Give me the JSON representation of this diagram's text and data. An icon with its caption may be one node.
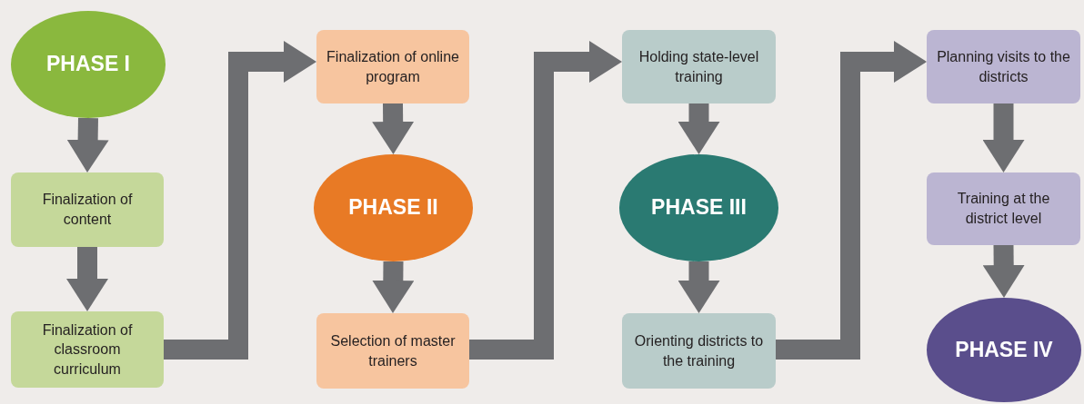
{
  "diagram": {
    "nodes": [
      {
        "text": [
          "PHASE I"
        ]
      },
      {
        "text": [
          "Finalization of content"
        ]
      },
      {
        "text": [
          "Finalization of classroom curriculum"
        ]
      },
      {
        "text": [
          "Finalization of online program"
        ]
      },
      {
        "text": [
          "PHASE II"
        ]
      },
      {
        "text": [
          "Selection of master trainers"
        ]
      },
      {
        "text": [
          "Holding state-level training"
        ]
      },
      {
        "text": [
          "PHASE III"
        ]
      },
      {
        "text": [
          "Orienting districts to the training"
        ]
      },
      {
        "text": [
          "Planning visits to the districts"
        ]
      },
      {
        "text": [
          "Training at the district level"
        ]
      },
      {
        "text": [
          "PHASE IV"
        ]
      }
    ],
    "edges": [
      {
        "from": 0,
        "to": 1,
        "arrow": "to"
      },
      {
        "from": 1,
        "to": 2,
        "arrow": "to"
      },
      {
        "from": 2,
        "to": 3,
        "arrow": "to"
      },
      {
        "from": 3,
        "to": 4,
        "arrow": "to"
      },
      {
        "from": 4,
        "to": 5,
        "arrow": "to"
      },
      {
        "from": 5,
        "to": 6,
        "arrow": "to"
      },
      {
        "from": 6,
        "to": 7,
        "arrow": "to"
      },
      {
        "from": 7,
        "to": 8,
        "arrow": "to"
      },
      {
        "from": 8,
        "to": 9,
        "arrow": "to"
      },
      {
        "from": 9,
        "to": 10,
        "arrow": "to"
      },
      {
        "from": 10,
        "to": 11,
        "arrow": "to"
      }
    ]
  }
}
